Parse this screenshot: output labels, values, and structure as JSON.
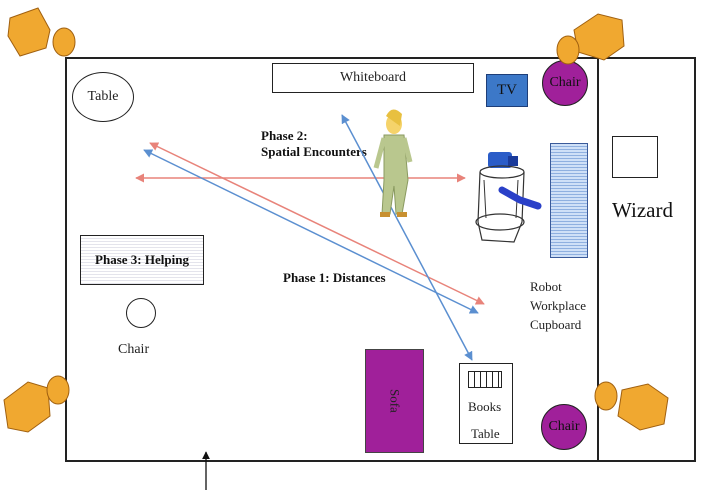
{
  "room": {
    "whiteboard": "Whiteboard",
    "tv": "TV",
    "table_top_left": "Table",
    "chair_top_right": "Chair",
    "chair_bottom_right": "Chair",
    "chair_left": "Chair",
    "wizard": "Wizard",
    "phase2_line1": "Phase 2:",
    "phase2_line2": "Spatial Encounters",
    "phase1": "Phase 1: Distances",
    "phase3": "Phase 3: Helping",
    "robot_workplace_line1": "Robot",
    "robot_workplace_line2": "Workplace",
    "robot_workplace_line3": "Cupboard",
    "sofa": "Sofa",
    "books": "Books",
    "books_table": "Table"
  },
  "colors": {
    "arrow_red": "#e8837a",
    "arrow_blue": "#5b8fd0",
    "purple": "#a0209a",
    "tv_blue": "#3c78c8",
    "camera_orange": "#f0a830",
    "cupboard_blue": "#9ebde8"
  },
  "icons": [
    "camera-icon",
    "person-figure",
    "robot-figure"
  ]
}
